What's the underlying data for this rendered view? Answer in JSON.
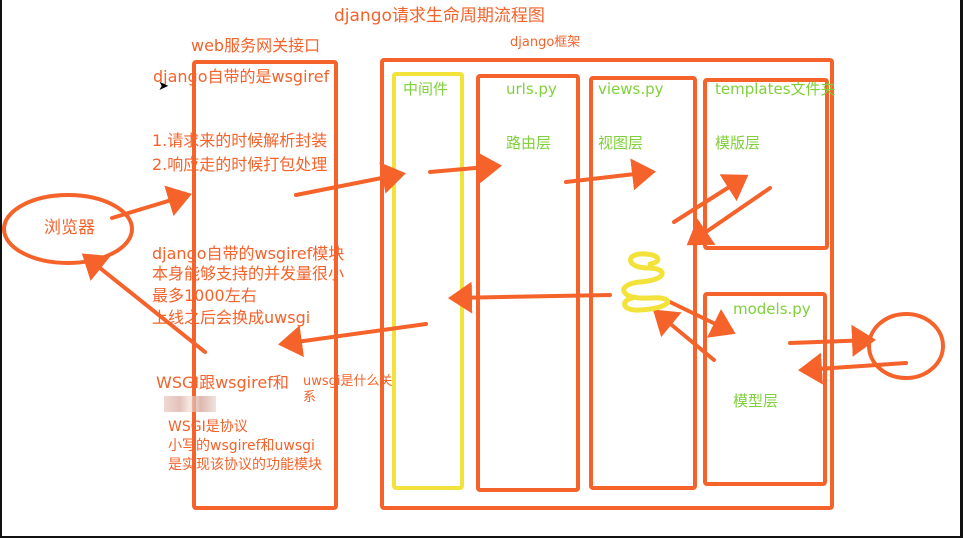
{
  "title": "django请求生命周期流程图",
  "gateway": {
    "label": "web服务网关接口",
    "builtin": "django自带的是wsgiref",
    "steps": [
      "1.请求来的时候解析封装",
      "2.响应走的时候打包处理"
    ],
    "notes": [
      "django自带的wsgiref模块",
      "本身能够支持的并发量很小",
      "最多1000左右",
      "上线之后会换成uwsgi"
    ],
    "relation_q1": "WSGI跟wsgiref和",
    "relation_q2": "uwsgi是什么关",
    "relation_q3": "系",
    "answers": [
      "WSGI是协议",
      "小写的wsgiref和uwsgi",
      "是实现该协议的功能模块"
    ]
  },
  "browser": {
    "label": "浏览器"
  },
  "framework": {
    "label": "django框架",
    "middleware": "中间件",
    "urls": {
      "title": "urls.py",
      "layer": "路由层"
    },
    "views": {
      "title": "views.py",
      "layer": "视图层"
    },
    "templates": {
      "title": "templates文件夹",
      "layer": "模版层"
    },
    "models": {
      "title": "models.py",
      "layer": "模型层"
    }
  },
  "colors": {
    "marker": "#f5622a",
    "highlight": "#f2e23a",
    "text_green": "#7fd13a"
  }
}
